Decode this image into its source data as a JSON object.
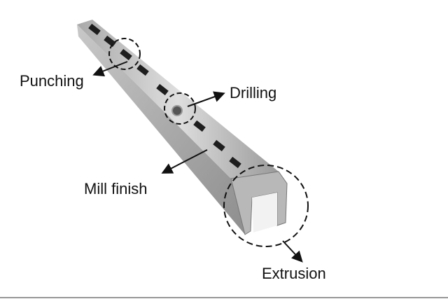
{
  "labels": {
    "punching": "Punching",
    "drilling": "Drilling",
    "mill_finish": "Mill finish",
    "extrusion": "Extrusion"
  },
  "colors": {
    "metal_light": "#d9d9d9",
    "metal_dark": "#8c8c8c",
    "slot": "#1e1e1e",
    "annotation": "#111111"
  }
}
